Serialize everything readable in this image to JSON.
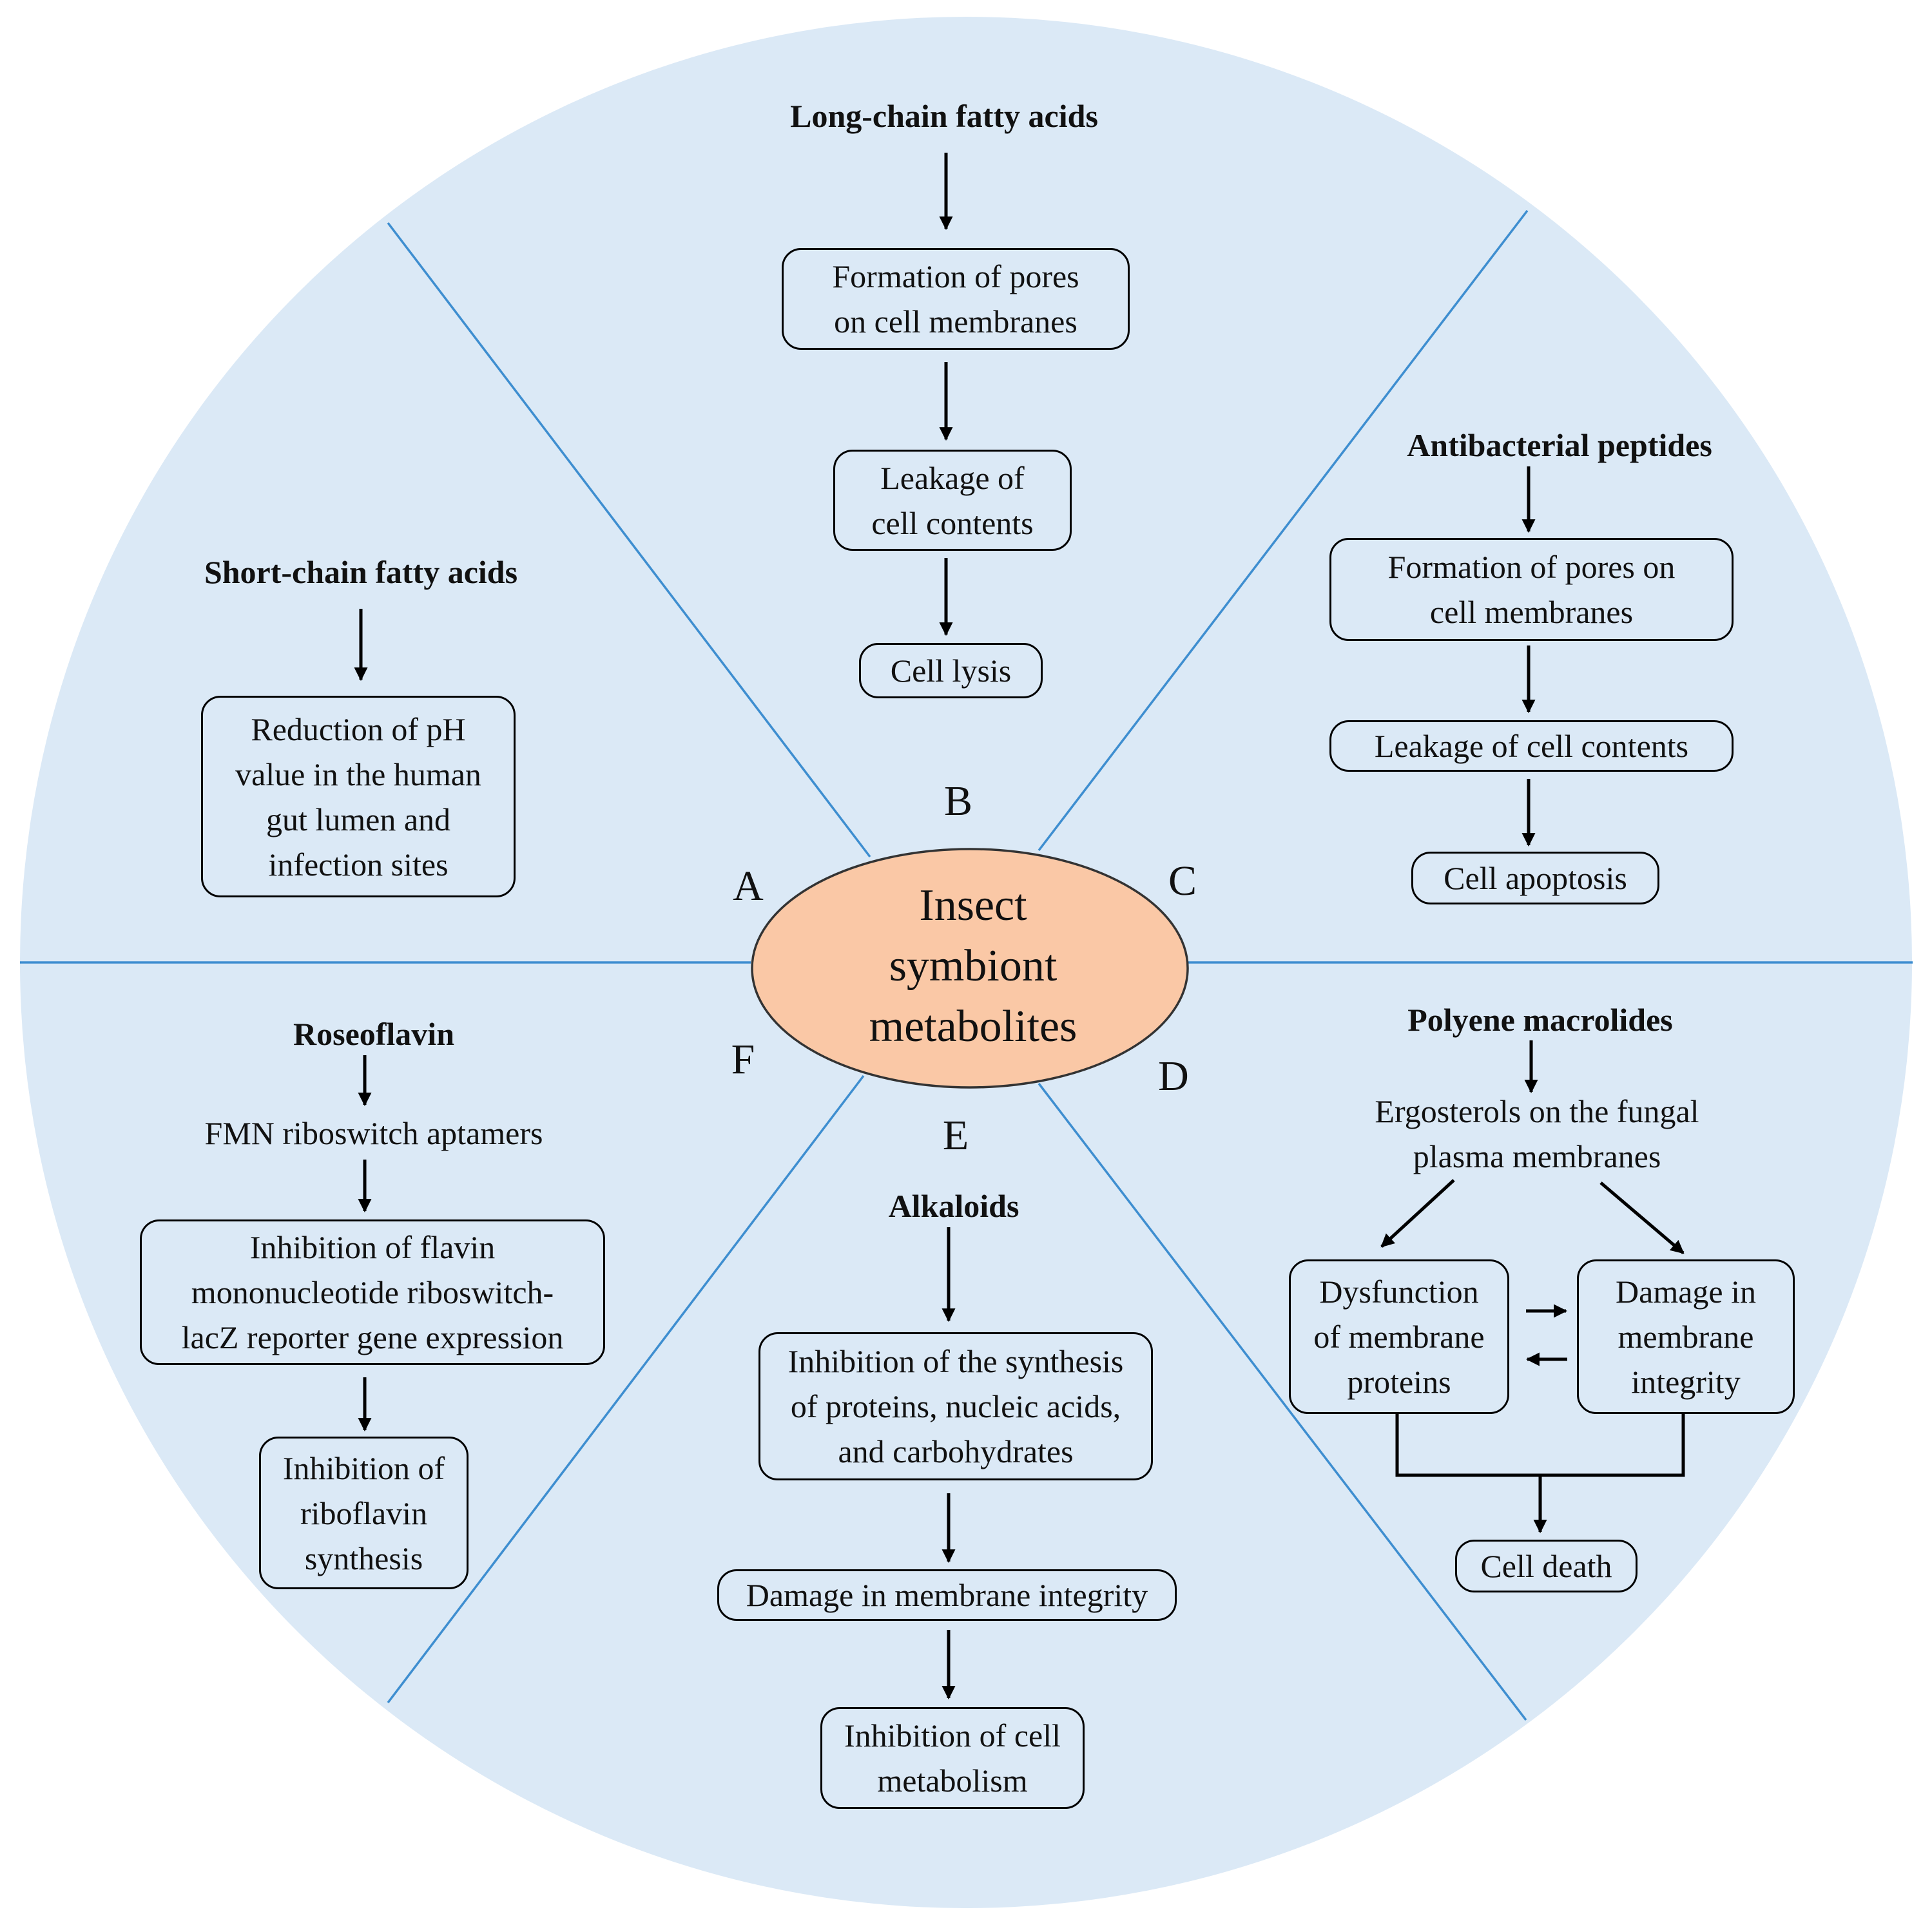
{
  "center": {
    "text": "Insect\nsymbiont\nmetabolites"
  },
  "colors": {
    "background": "#ffffff",
    "circle": "#dbe9f6",
    "dividers": "#3e8ed0",
    "center_fill": "#fac8a6",
    "arrows": "#000000"
  },
  "letters": {
    "a": "A",
    "b": "B",
    "c": "C",
    "d": "D",
    "e": "E",
    "f": "F"
  },
  "sections": {
    "a": {
      "heading": "Short-chain fatty acids",
      "step1": "Reduction of pH\nvalue in the human\ngut lumen and\ninfection sites"
    },
    "b": {
      "heading": "Long-chain fatty acids",
      "step1": "Formation of pores\non cell membranes",
      "step2": "Leakage of\ncell contents",
      "step3": "Cell lysis"
    },
    "c": {
      "heading": "Antibacterial peptides",
      "step1": "Formation of pores on\ncell membranes",
      "step2": "Leakage of cell contents",
      "step3": "Cell apoptosis"
    },
    "d": {
      "heading": "Polyene macrolides",
      "target": "Ergosterols on the fungal\nplasma membranes",
      "left": "Dysfunction\nof membrane\nproteins",
      "right": "Damage in\nmembrane\nintegrity",
      "result": "Cell death"
    },
    "e": {
      "heading": "Alkaloids",
      "step1": "Inhibition of the synthesis\nof proteins, nucleic acids,\nand carbohydrates",
      "step2": "Damage in membrane integrity",
      "step3": "Inhibition of cell\nmetabolism"
    },
    "f": {
      "heading": "Roseoflavin",
      "target": "FMN riboswitch aptamers",
      "step1": "Inhibition of flavin\nmononucleotide riboswitch-\nlacZ reporter gene expression",
      "step2": "Inhibition of\nriboflavin\nsynthesis"
    }
  }
}
